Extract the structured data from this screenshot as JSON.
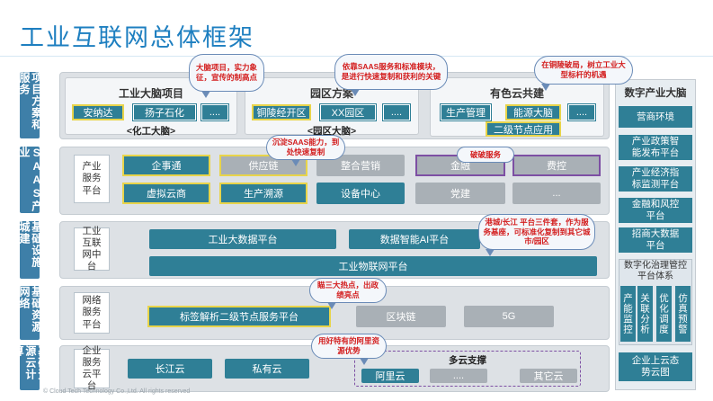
{
  "title": "工业互联网总体框架",
  "rows": {
    "app": {
      "label": "项目方案和服务",
      "panels": [
        {
          "title": "工业大脑项目",
          "items": [
            "安纳达",
            "扬子石化",
            "...."
          ],
          "caption": "<化工大脑>"
        },
        {
          "title": "园区方案",
          "items": [
            "铜陵经开区",
            "XX园区",
            "...."
          ],
          "caption": "<园区大脑>"
        },
        {
          "title": "有色云共建",
          "items": [
            "生产管理",
            "能源大脑",
            "...."
          ],
          "extra": "二级节点应用"
        }
      ]
    },
    "saas": {
      "label": "SAAS产业",
      "side": "产业服务平台",
      "cells": [
        "企事通",
        "供应链",
        "整合营销",
        "金融",
        "费控",
        "虚拟云商",
        "生产溯源",
        "设备中心",
        "党建",
        "..."
      ]
    },
    "infra": {
      "label": "基础设施城建",
      "side": "工业互联网中台",
      "cells": [
        "工业大数据平台",
        "数据智能AI平台",
        "工业物联网平台"
      ]
    },
    "network": {
      "label": "基础资源网络",
      "side": "网络服务平台",
      "cells": [
        "标签解析二级节点服务平台",
        "区块链",
        "5G"
      ]
    },
    "cloud": {
      "label": "基础资源云计算",
      "side": "企业服务云平台",
      "cells": [
        "长江云",
        "私有云"
      ],
      "multicloud": {
        "title": "多云支撑",
        "items": [
          "阿里云",
          "....",
          "其它云"
        ]
      }
    }
  },
  "right": {
    "title": "数字产业大脑",
    "items": [
      "营商环境",
      "产业政策智能发布平台",
      "产业经济指标监测平台",
      "金融和风控平台",
      "招商大数据平台"
    ],
    "gov": {
      "title": "数字化治理管控平台体系",
      "cols": [
        "产能监控",
        "关联分析",
        "优化调度",
        "仿真预警"
      ]
    },
    "bottom": "企业上云态势云图"
  },
  "bubbles": [
    "大脑项目，实力象征，宣传的制高点",
    "依靠SAAS服务和标准模块，是进行快速复制和获利的关键",
    "在铜陵破局，树立工业大型标杆的机遇",
    "沉淀SAAS能力，到处快速复制",
    "破破服务",
    "港城/长江 平台三件套，作为服务基座，可标准化复制到其它城市/园区",
    "瞄三大热点，出政绩亮点",
    "用好特有的阿里资源优势"
  ],
  "footer": "© Cloud Tech Technology Co.,Ltd. All rights reserved"
}
